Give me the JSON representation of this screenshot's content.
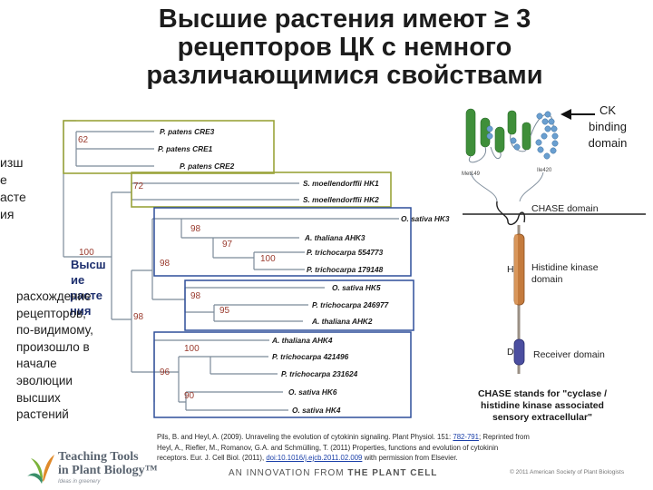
{
  "slide": {
    "title_lines": [
      "Высшие растения имеют ≥ 3",
      "рецепторов ЦК с немного",
      "различающимися свойствами"
    ],
    "clipped_left_lines": [
      "изш",
      "е",
      "асте",
      "ия"
    ],
    "overlap_heading_lines": [
      "Высш",
      "ие",
      "расте",
      "ния"
    ],
    "description_lines": [
      "расхождение",
      "рецепторов,",
      "по-видимому,",
      "произошло в",
      "начале",
      "эволюции",
      "высших",
      "растений"
    ]
  },
  "tree": {
    "leaves": [
      "P. patens CRE3",
      "P. patens CRE1",
      "P. patens CRE2",
      "S. moellendorffii HK1",
      "S. moellendorffii HK2",
      "O. sativa HK3",
      "A. thaliana AHK3",
      "P. trichocarpa 554773",
      "P. trichocarpa 179148",
      "O. sativa HK5",
      "P. trichocarpa 246977",
      "A. thaliana AHK2",
      "A. thaliana AHK4",
      "P. trichocarpa 421496",
      "P. trichocarpa 231624",
      "O. sativa HK6",
      "O. sativa HK4"
    ],
    "bootstraps": [
      "62",
      "72",
      "98",
      "97",
      "100",
      "100",
      "98",
      "98",
      "95",
      "98",
      "100",
      "96",
      "90"
    ],
    "colors": {
      "lines": "#7b8a99",
      "box_olive": "#9aa33a",
      "box_blue": "#2e4f9a",
      "bootstrap": "#9a3b2e"
    }
  },
  "receptor": {
    "cd_label_lines": [
      "CK",
      "binding",
      "domain"
    ],
    "met_start": "Met149",
    "met_end": "Ile420",
    "domains": [
      "CHASE domain",
      "Histidine kinase",
      "domain",
      "Receiver domain"
    ],
    "h_letter": "H",
    "d_letter": "D",
    "chase_note_lines": [
      "CHASE stands for \"cyclase /",
      "histidine kinase associated",
      "sensory extracellular\""
    ]
  },
  "reference": {
    "line1_pre": "Pils, B. and Heyl, A. (2009). Unraveling the evolution of cytokinin signaling. Plant Physiol. 151: ",
    "line1_link": "782-791",
    "line1_post": "; Reprinted from",
    "line2": "Heyl, A., Riefler, M., Romanov, G.A. and Schmülling, T. (2011) Properties, functions and evolution of cytokinin",
    "line3_pre": "receptors. Eur. J. Cell Biol. (2011), ",
    "line3_link": "doi:10.1016/j.ejcb.2011.02.009",
    "line3_post": " with permission from Elsevier."
  },
  "footer": {
    "logo_title_lines": [
      "Teaching Tools",
      "in Plant Biology™"
    ],
    "logo_sub": "Ideas in greenery",
    "innovation_pre": "AN INNOVATION FROM ",
    "innovation_brand": "THE PLANT CELL",
    "copyright": "© 2011 American Society of Plant Biologists"
  }
}
